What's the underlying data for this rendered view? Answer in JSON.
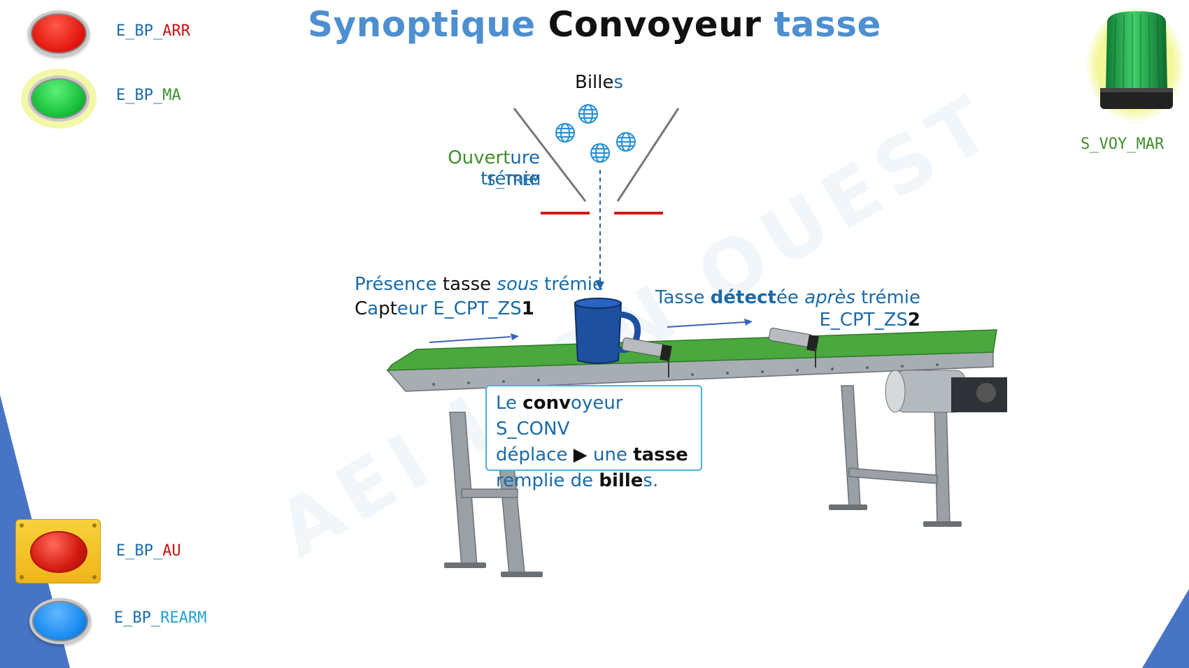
{
  "title": {
    "part1": "Synoptique",
    "part2": "Convoyeur",
    "part3": "tasse"
  },
  "buttons": {
    "arr": {
      "label": "E_BP_ARR",
      "color": "#e41a12"
    },
    "ma": {
      "label": "E_BP_MA",
      "color": "#18c23a"
    },
    "au": {
      "label": "E_BP_AU",
      "color": "#d41a10"
    },
    "rearm": {
      "label": "E_BP_REARM",
      "color": "#1b8cf0"
    }
  },
  "lamp": {
    "label": "S_VOY_MAR",
    "color": "#1fa64a"
  },
  "hopper": {
    "billes_label": "Billes",
    "ouverture_label": "Ouverture trémie",
    "sensor_label": "S_TREM"
  },
  "sensor1": {
    "line1_a": "Présence",
    "line1_b": "tasse",
    "line1_c": "sous",
    "line1_d": "trémie",
    "line2_a": "Capteur",
    "line2_b": "E_CPT_ZS",
    "line2_c": "1"
  },
  "sensor2": {
    "line1_a": "Tasse",
    "line1_b": "détectée",
    "line1_c": "après",
    "line1_d": "trémie",
    "line2_a": "E_CPT_ZS",
    "line2_b": "2"
  },
  "conveyor": {
    "l1_a": "Le",
    "l1_b": "convoyeur",
    "l1_c": "S_CONV",
    "l2_a": "déplace",
    "l2_b": "▶",
    "l2_c": "une",
    "l2_d": "tasse",
    "l3_a": "remplie de",
    "l3_b": "billes",
    "l3_c": "."
  },
  "watermark": "AEI   LYON OUEST"
}
